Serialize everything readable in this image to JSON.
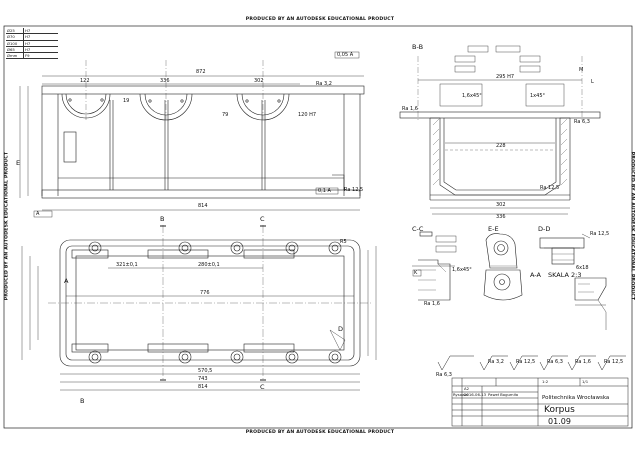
{
  "banners": {
    "top": "PRODUCED BY AN AUTODESK EDUCATIONAL PRODUCT",
    "bottom": "PRODUCED BY AN AUTODESK EDUCATIONAL PRODUCT",
    "left": "PRODUCED BY AN AUTODESK EDUCATIONAL PRODUCT",
    "right": "PRODUCED BY AN AUTODESK EDUCATIONAL PRODUCT"
  },
  "fit_table": [
    {
      "dim": "Ø25",
      "fit": "H7"
    },
    {
      "dim": "Ø70",
      "fit": "H7"
    },
    {
      "dim": "Ø100",
      "fit": "H7"
    },
    {
      "dim": "Ø65",
      "fit": "H7"
    },
    {
      "dim": "Ømm",
      "fit": "F9"
    }
  ],
  "front_view": {
    "dims": {
      "overall_top": "872",
      "seg1": "122",
      "seg2": "336",
      "seg3": "302",
      "bottom": "814",
      "r1": "120 H7",
      "r2": "19",
      "r3": "79",
      "ra": "Ra 3,2",
      "ra2": "Ra 12,5",
      "tol": "0,05 A",
      "tol2": "0,1 A"
    },
    "section_mark_e": "E",
    "datum": "A"
  },
  "section_bb": {
    "title": "B-B",
    "dims": {
      "d1": "295 H7",
      "d2": "228",
      "d3": "302",
      "d4": "336",
      "c1": "1,6x45°",
      "c2": "1x45°",
      "ra1": "Ra 1,6",
      "ra2": "Ra 6,3",
      "ra3": "Ra 12,5",
      "m": "M",
      "l": "L"
    }
  },
  "top_view": {
    "dims": {
      "d1": "321±0,1",
      "d2": "280±0,1",
      "d3": "776",
      "d4": "570,5",
      "d5": "743",
      "d6": "814",
      "r": "R5"
    },
    "marks": {
      "b_top": "B",
      "c_top": "C",
      "b_bot": "B",
      "c_bot": "C",
      "a": "A",
      "d": "D"
    }
  },
  "section_cc": {
    "title": "C-C",
    "c1": "1,6x45°",
    "ra": "Ra 1,6",
    "k": "K"
  },
  "section_ee": {
    "title": "E-E"
  },
  "section_dd": {
    "title": "D-D",
    "ra": "Ra 12,5",
    "d": "6x18"
  },
  "section_aa": {
    "title": "A-A",
    "scale": "SKALA 2:3"
  },
  "roughness": [
    {
      "label": "Ra 3,2"
    },
    {
      "label": "Ra 12,5"
    },
    {
      "label": "Ra 6,3"
    },
    {
      "label": "Ra 1,6"
    },
    {
      "label": "Ra 12,5"
    }
  ],
  "roughness_main": "Ra 6,3",
  "title_block": {
    "scale_label": "1:2",
    "format": "A2",
    "drawn_label": "Rysował",
    "date": "2016-06-13",
    "author": "Paweł Bogumiła",
    "university": "Politechnika Wrocławska",
    "part_name": "Korpus",
    "drawing_number": "01.09",
    "sheet": "1/1"
  }
}
